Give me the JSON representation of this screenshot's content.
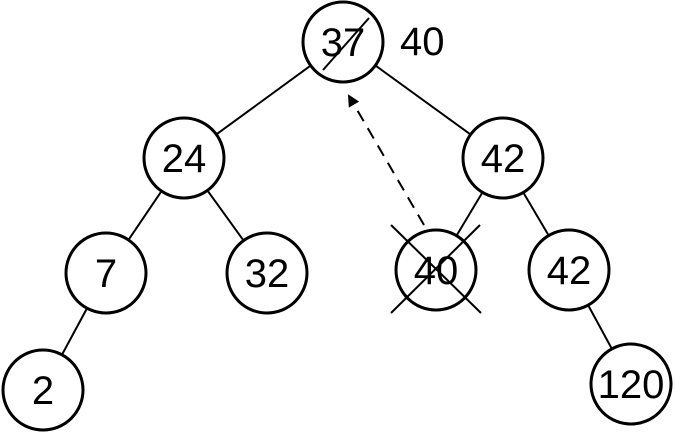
{
  "tree": {
    "nodes": [
      {
        "id": "n37",
        "label": "37",
        "crossed": "slash"
      },
      {
        "id": "n24",
        "label": "24"
      },
      {
        "id": "n42a",
        "label": "42"
      },
      {
        "id": "n7",
        "label": "7"
      },
      {
        "id": "n32",
        "label": "32"
      },
      {
        "id": "n40",
        "label": "40",
        "crossed": "x"
      },
      {
        "id": "n42b",
        "label": "42"
      },
      {
        "id": "n2",
        "label": "2"
      },
      {
        "id": "n120",
        "label": "120"
      }
    ],
    "edges": [
      {
        "from": "n37",
        "to": "n24"
      },
      {
        "from": "n37",
        "to": "n42a"
      },
      {
        "from": "n24",
        "to": "n7"
      },
      {
        "from": "n24",
        "to": "n32"
      },
      {
        "from": "n42a",
        "to": "n40"
      },
      {
        "from": "n42a",
        "to": "n42b"
      },
      {
        "from": "n7",
        "to": "n2"
      },
      {
        "from": "n42b",
        "to": "n120"
      }
    ],
    "replacement_label": "40",
    "move_arrow": {
      "from": "n40",
      "to": "n37",
      "style": "dashed"
    }
  }
}
